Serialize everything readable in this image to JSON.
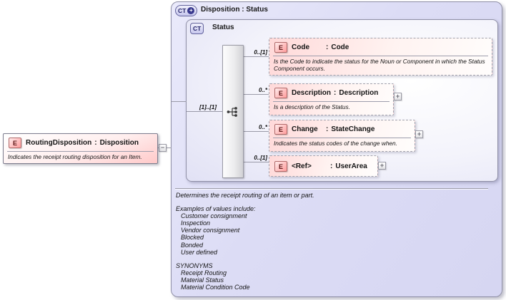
{
  "meta": {
    "colon": ":",
    "expand_glyph": "+",
    "collapse_glyph": "−"
  },
  "colors": {
    "lavender_fill": "#dcdcf5",
    "pink_fill": "#ffd9d9",
    "badge_pink": "#ff9c9c",
    "badge_blue": "#38388e",
    "line_gray": "#9a9aa8"
  },
  "outer_box": {
    "badge": "CT",
    "badge_plus": "+",
    "title": "Disposition : Status"
  },
  "inner_box": {
    "badge": "CT",
    "title": "Status"
  },
  "root_element": {
    "badge": "E",
    "name": "RoutingDisposition",
    "type": "Disposition",
    "annotation": "Indicates the receipt routing disposition for an Item."
  },
  "compositor": {
    "kind": "sequence",
    "cardinality": "[1]..[1]"
  },
  "children": [
    {
      "badge": "E",
      "name": "Code",
      "type": "Code",
      "cardinality": "0..[1]",
      "annotation": "Is the Code to indicate the status for the Noun or Component in which the Status Component occurs."
    },
    {
      "badge": "E",
      "name": "Description",
      "type": "Description",
      "cardinality": "0..*",
      "annotation": "Is a description of the Status."
    },
    {
      "badge": "E",
      "name": "Change",
      "type": "StateChange",
      "cardinality": "0..*",
      "annotation": "Indicates the  status codes of the change when."
    },
    {
      "badge": "E",
      "name": "<Ref>",
      "type": "UserArea",
      "cardinality": "0..[1]"
    }
  ],
  "documentation": {
    "description": "Determines the receipt routing of an item or part.",
    "examples_header": "Examples of values include:",
    "examples": [
      "Customer consignment",
      "Inspection",
      "Vendor consignment",
      "Blocked",
      "Bonded",
      "User defined"
    ],
    "synonyms_header": "SYNONYMS",
    "synonyms": [
      "Receipt Routing",
      "Material Status",
      "Material Condition Code"
    ]
  }
}
